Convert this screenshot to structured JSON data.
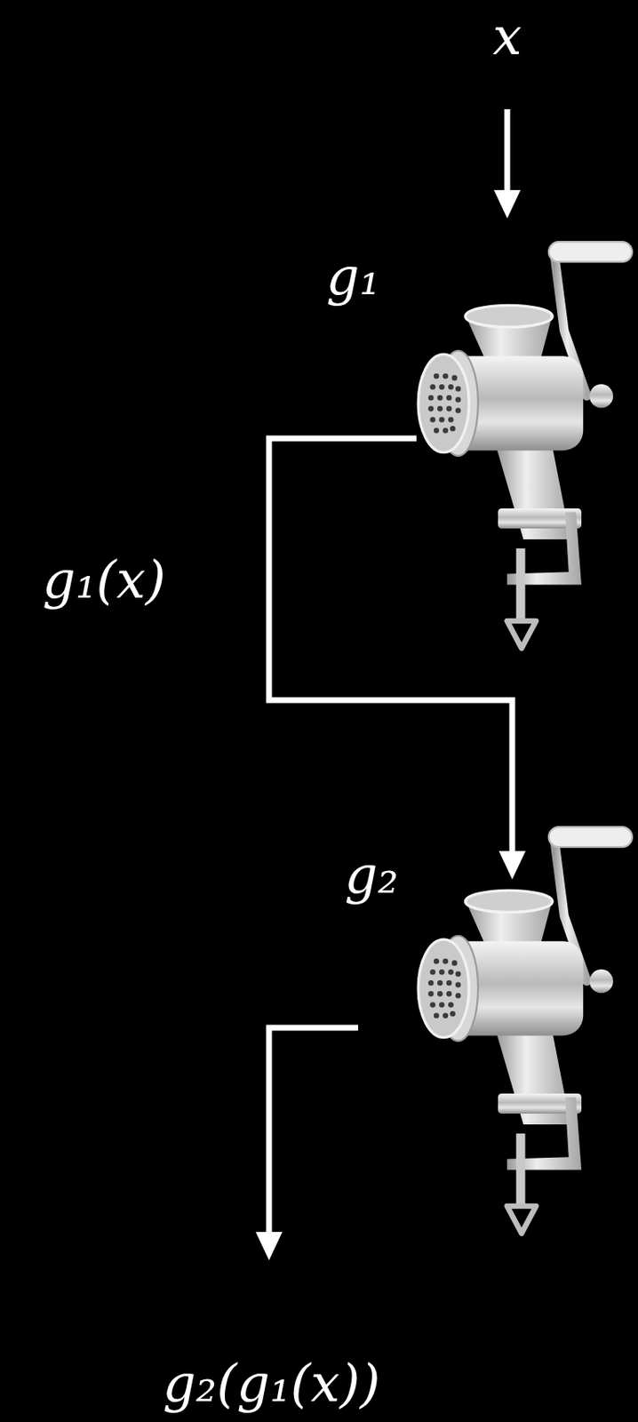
{
  "diagram": {
    "nodes": [
      {
        "text": [
          "g₁"
        ]
      },
      {
        "text": [
          "g₂"
        ]
      }
    ],
    "edges": [
      {
        "from": 0,
        "to": 1,
        "arrow": "to",
        "label": "g₁(x)"
      }
    ],
    "labels": [
      "x",
      "g₂(g₁(x))"
    ]
  }
}
